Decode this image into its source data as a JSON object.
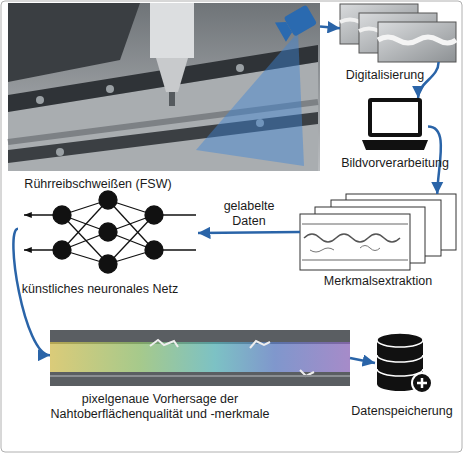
{
  "diagram": {
    "nodes": [
      {
        "text": [
          "Rührreibschweißen (FSW)"
        ]
      },
      {
        "text": [
          "Digitalisierung"
        ]
      },
      {
        "text": [
          "Bildvorverarbeitung"
        ]
      },
      {
        "text": [
          "Merkmalsextraktion"
        ]
      },
      {
        "text": [
          "künstliches neuronales Netz"
        ]
      },
      {
        "text": [
          "pixelgenaue Vorhersage der Nahtoberflächenqualität und -merkmale"
        ]
      },
      {
        "text": [
          "Datenspeicherung"
        ]
      }
    ],
    "edges": [
      {
        "from": 0,
        "to": 1,
        "arrow": "to"
      },
      {
        "from": 1,
        "to": 2,
        "arrow": "to"
      },
      {
        "from": 2,
        "to": 3,
        "arrow": "to"
      },
      {
        "from": 3,
        "to": 4,
        "arrow": "to",
        "label": "gelabelte Daten"
      },
      {
        "from": 4,
        "to": 5,
        "arrow": "to"
      },
      {
        "from": 5,
        "to": 6,
        "arrow": "to"
      }
    ]
  }
}
